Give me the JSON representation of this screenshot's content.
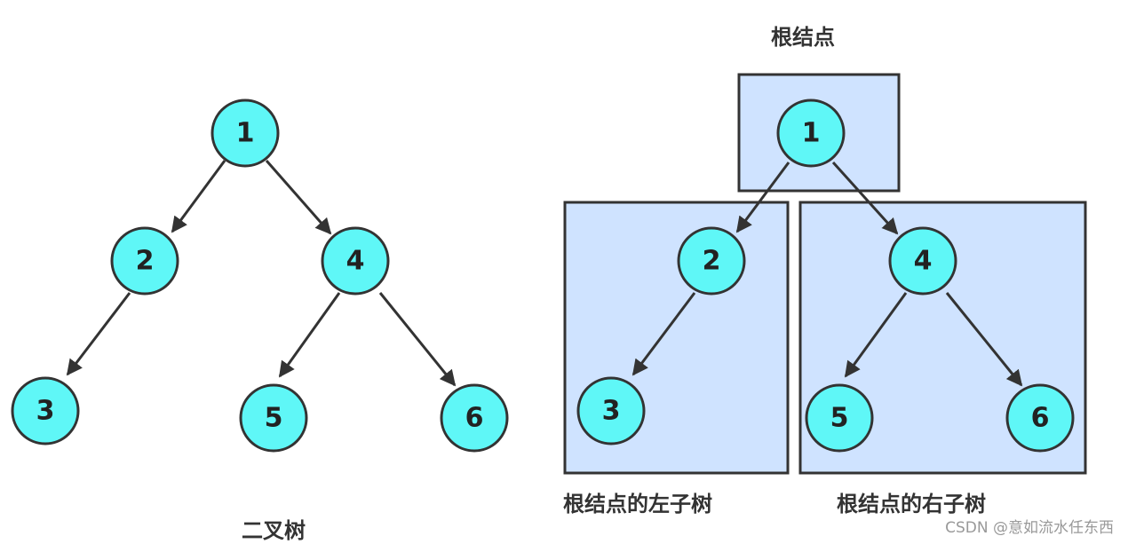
{
  "left_tree": {
    "caption": "二叉树",
    "nodes": {
      "n1": "1",
      "n2": "2",
      "n4": "4",
      "n3": "3",
      "n5": "5",
      "n6": "6"
    }
  },
  "right_tree": {
    "root_caption": "根结点",
    "left_subtree_caption": "根结点的左子树",
    "right_subtree_caption": "根结点的右子树",
    "nodes": {
      "n1": "1",
      "n2": "2",
      "n4": "4",
      "n3": "3",
      "n5": "5",
      "n6": "6"
    }
  },
  "watermark": "CSDN @意如流水任东西",
  "colors": {
    "node_fill": "#5ff7f7",
    "box_fill": "#cfe3ff",
    "stroke": "#333333"
  }
}
